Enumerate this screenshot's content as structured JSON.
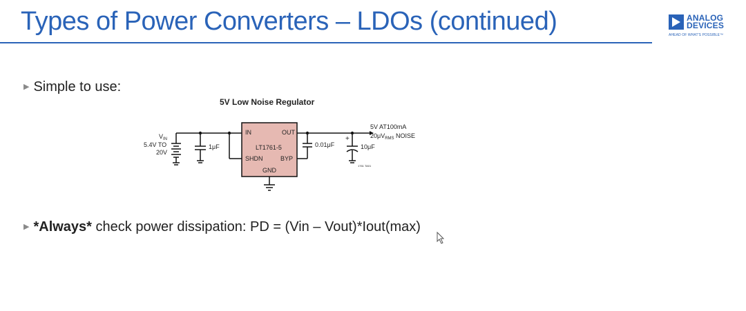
{
  "slide": {
    "title": "Types of Power Converters – LDOs (continued)",
    "logo": {
      "line1": "ANALOG",
      "line2": "DEVICES",
      "tagline": "AHEAD OF WHAT'S POSSIBLE™"
    },
    "bullets": [
      {
        "text": "Simple to use:"
      },
      {
        "bold": "*Always*",
        "text": " check power dissipation:  PD = (Vin – Vout)*Iout(max)"
      }
    ],
    "circuit": {
      "title": "5V Low Noise Regulator",
      "ic_name": "LT1761-5",
      "pin_in": "IN",
      "pin_out": "OUT",
      "pin_shdn": "SHDN",
      "pin_byp": "BYP",
      "pin_gnd": "GND",
      "vin_label": "V",
      "vin_sub": "IN",
      "vin_range1": "5.4V TO",
      "vin_range2": "20V",
      "cap_in": "1μF",
      "cap_byp": "0.01μF",
      "cap_out": "10μF",
      "cap_plus": "+",
      "out_label1": "5V AT100mA",
      "out_label2a": "20μV",
      "out_label2b": "RMS",
      "out_label2c": " NOISE",
      "fig_id": "1761 TA01"
    }
  },
  "colors": {
    "title": "#2a63b8",
    "ic_fill": "#e6b9b2"
  }
}
